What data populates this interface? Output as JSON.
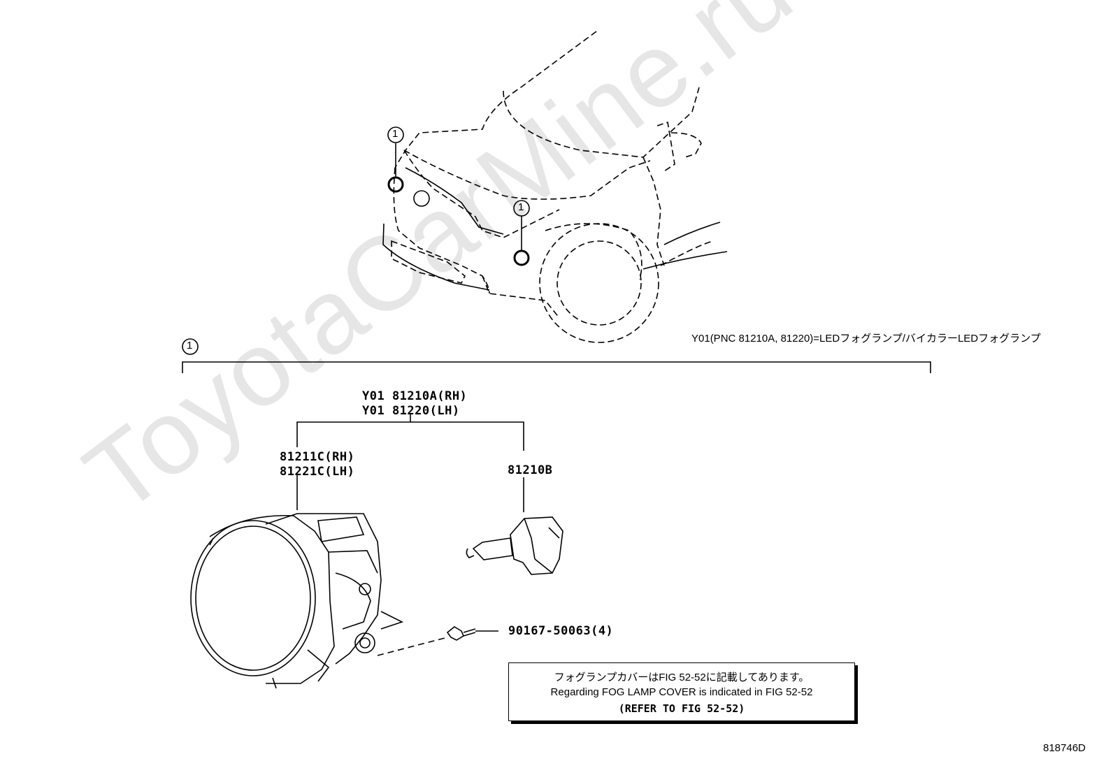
{
  "watermark": "ToyotaCarMine.ru",
  "legend": "Y01(PNC 81210A, 81220)=LEDフォグランプ/バイカラーLEDフォグランプ",
  "callout_number": "1",
  "assembly": {
    "part_a": "Y01 81210A(RH)",
    "part_b": "Y01 81220(LH)"
  },
  "housing": {
    "part_rh": "81211C(RH)",
    "part_lh": "81221C(LH)"
  },
  "bulb": {
    "part": "81210B"
  },
  "screw": {
    "part": "90167-50063(4)"
  },
  "note": {
    "line_jp": "フォグランプカバーはFIG 52-52に記載してあります。",
    "line_en": "Regarding FOG LAMP COVER is indicated in FIG 52-52",
    "line_ref": "(REFER TO FIG 52-52)"
  },
  "figure_id": "818746D"
}
